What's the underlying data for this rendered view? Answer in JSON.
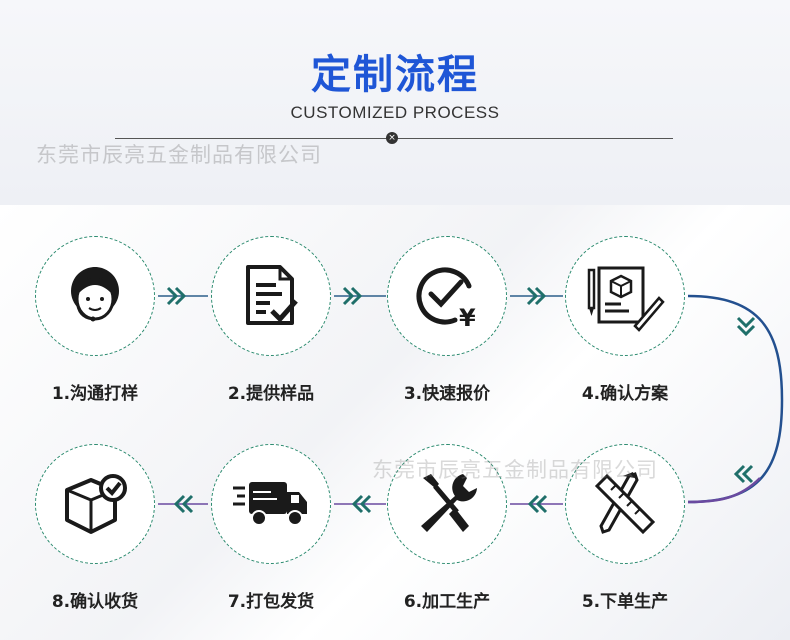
{
  "header": {
    "title": "定制流程",
    "subtitle": "CUSTOMIZED PROCESS"
  },
  "watermark": {
    "text": "东莞市辰亮五金制品有限公司"
  },
  "colors": {
    "title_blue": "#1f56d6",
    "circle_border": "#2a8a6e",
    "arrow_teal": "#1f6f6a",
    "curve_blue": "#23508f",
    "curve_purple": "#6a4aa0"
  },
  "steps": [
    {
      "label": "1.沟通打样",
      "icon": "customer-service-icon"
    },
    {
      "label": "2.提供样品",
      "icon": "document-check-icon"
    },
    {
      "label": "3.快速报价",
      "icon": "check-yen-icon"
    },
    {
      "label": "4.确认方案",
      "icon": "design-plan-icon"
    },
    {
      "label": "5.下单生产",
      "icon": "pencil-ruler-icon"
    },
    {
      "label": "6.加工生产",
      "icon": "wrench-screwdriver-icon"
    },
    {
      "label": "7.打包发货",
      "icon": "delivery-truck-icon"
    },
    {
      "label": "8.确认收货",
      "icon": "package-check-icon"
    }
  ]
}
